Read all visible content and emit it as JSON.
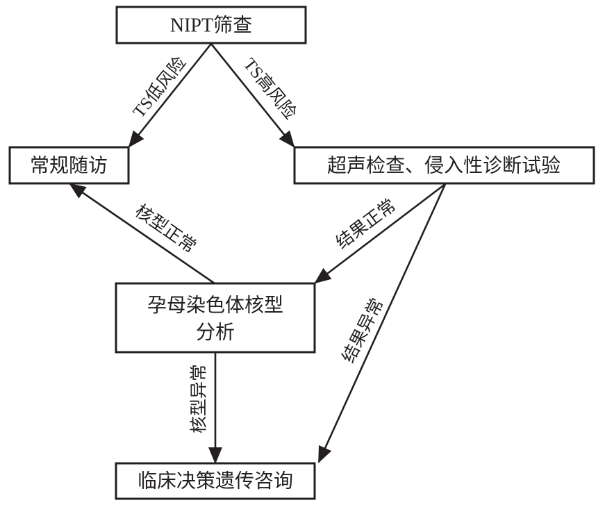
{
  "diagram": {
    "type": "flowchart",
    "nodes": {
      "nipt": {
        "label": "NIPT筛查"
      },
      "routine": {
        "label": "常规随访"
      },
      "ultrasound": {
        "label": "超声检查、侵入性诊断试验"
      },
      "karyotype": {
        "line1": "孕母染色体核型",
        "line2": "分析"
      },
      "clinical": {
        "label": "临床决策遗传咨询"
      }
    },
    "edges": [
      {
        "from": "nipt",
        "to": "routine",
        "label": "TS低风险"
      },
      {
        "from": "nipt",
        "to": "ultrasound",
        "label": "TS高风险"
      },
      {
        "from": "karyotype",
        "to": "routine",
        "label": "核型正常"
      },
      {
        "from": "ultrasound",
        "to": "karyotype",
        "label": "结果正常"
      },
      {
        "from": "ultrasound",
        "to": "clinical",
        "label": "结果异常"
      },
      {
        "from": "karyotype",
        "to": "clinical",
        "label": "核型异常"
      }
    ]
  },
  "colors": {
    "stroke": "#231f20",
    "text": "#231f20",
    "background": "#ffffff"
  }
}
